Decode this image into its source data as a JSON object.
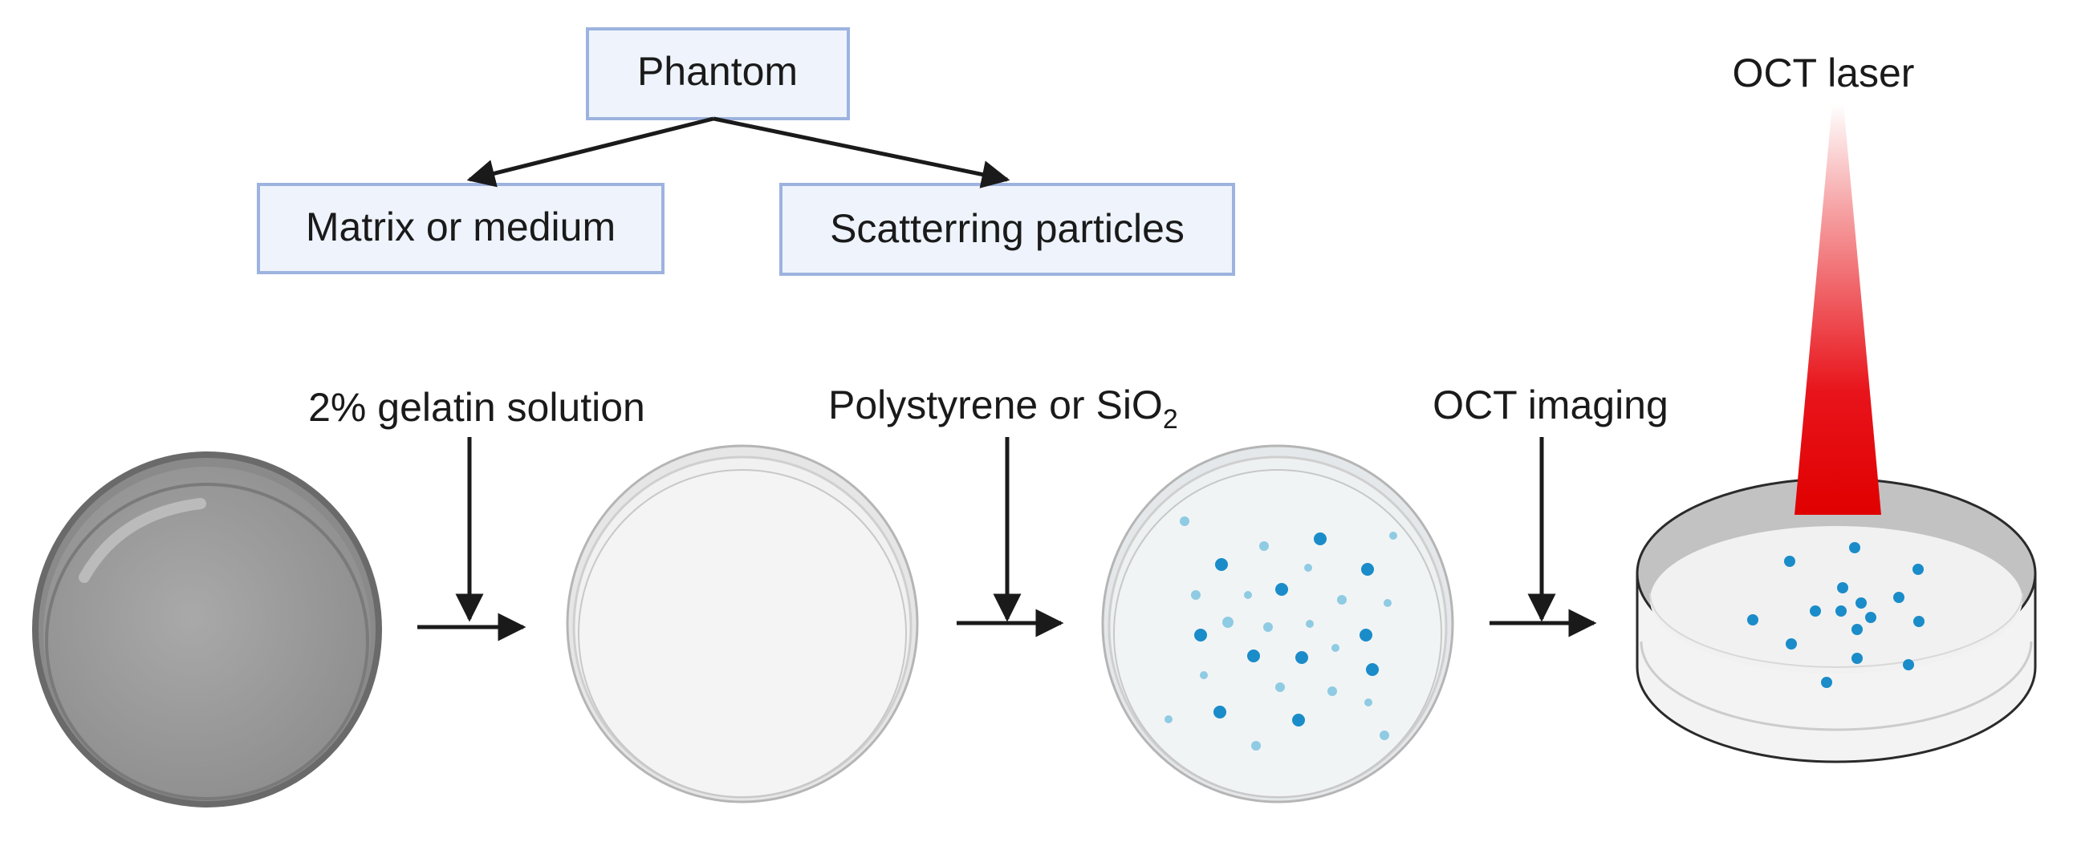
{
  "hierarchy": {
    "root": "Phantom",
    "left_child": "Matrix or medium",
    "right_child": "Scatterring particles"
  },
  "steps": {
    "step1_label": "2% gelatin solution",
    "step2_label": "Polystyrene or SiO",
    "step2_subscript": "2",
    "step3_label": "OCT imaging",
    "laser_label": "OCT laser"
  },
  "colors": {
    "box_fill": "#eef3fc",
    "box_stroke": "#9db3df",
    "dish_dark": "#9c9c9c",
    "particle_dark": "#1a8cc9",
    "particle_light": "#8fcbe3",
    "laser": "#e8141b"
  }
}
